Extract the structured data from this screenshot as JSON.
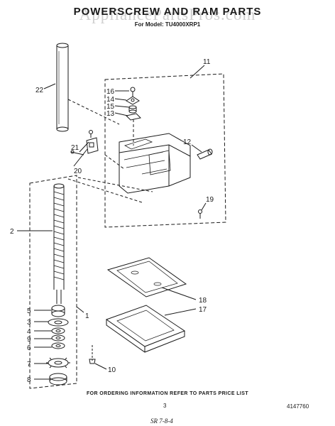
{
  "header": {
    "title": "POWERSCREW AND RAM PARTS",
    "model": "For Model: TU4000XRP1",
    "watermark": "AppliancePartsPros.com"
  },
  "footer": {
    "ordering": "FOR ORDERING INFORMATION REFER TO PARTS PRICE LIST",
    "page": "3",
    "part_number": "4147760",
    "signature": "SR 7-8-4"
  },
  "callouts": {
    "c1": "1",
    "c2": "2",
    "c3": "3",
    "c4": "4",
    "c5": "5",
    "c6": "6",
    "c7": "7",
    "c8": "8",
    "c9": "9",
    "c10": "10",
    "c11": "11",
    "c12": "12",
    "c13": "13",
    "c14": "14",
    "c15": "15",
    "c16": "16",
    "c17": "17",
    "c18": "18",
    "c19": "19",
    "c20": "20",
    "c21": "21",
    "c22": "22"
  }
}
